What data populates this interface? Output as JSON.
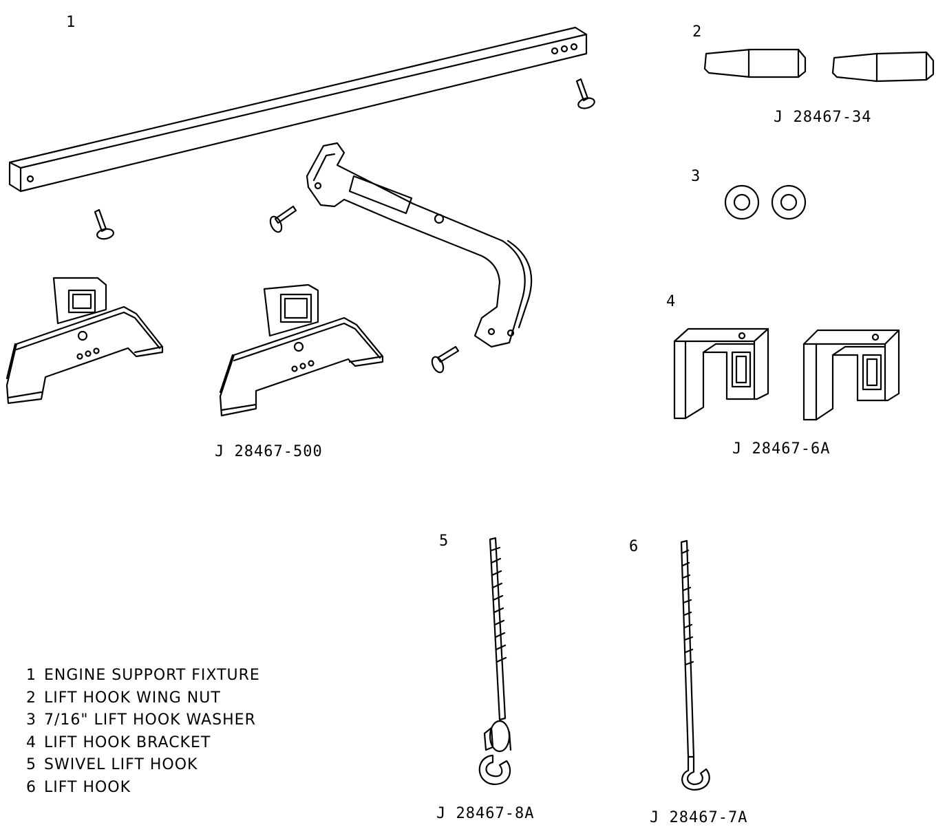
{
  "callouts": [
    "1",
    "2",
    "3",
    "4",
    "5",
    "6"
  ],
  "part_numbers": {
    "engine_support_fixture": "J 28467-500",
    "wing_nut": "J 28467-34",
    "lift_hook_bracket": "J 28467-6A",
    "swivel_lift_hook": "J 28467-8A",
    "lift_hook": "J 28467-7A"
  },
  "legend": [
    {
      "num": "1",
      "label": "ENGINE SUPPORT FIXTURE"
    },
    {
      "num": "2",
      "label": "LIFT HOOK WING NUT"
    },
    {
      "num": "3",
      "label": "7/16\" LIFT HOOK WASHER"
    },
    {
      "num": "4",
      "label": "LIFT HOOK BRACKET"
    },
    {
      "num": "5",
      "label": "SWIVEL LIFT HOOK"
    },
    {
      "num": "6",
      "label": "LIFT HOOK"
    }
  ]
}
